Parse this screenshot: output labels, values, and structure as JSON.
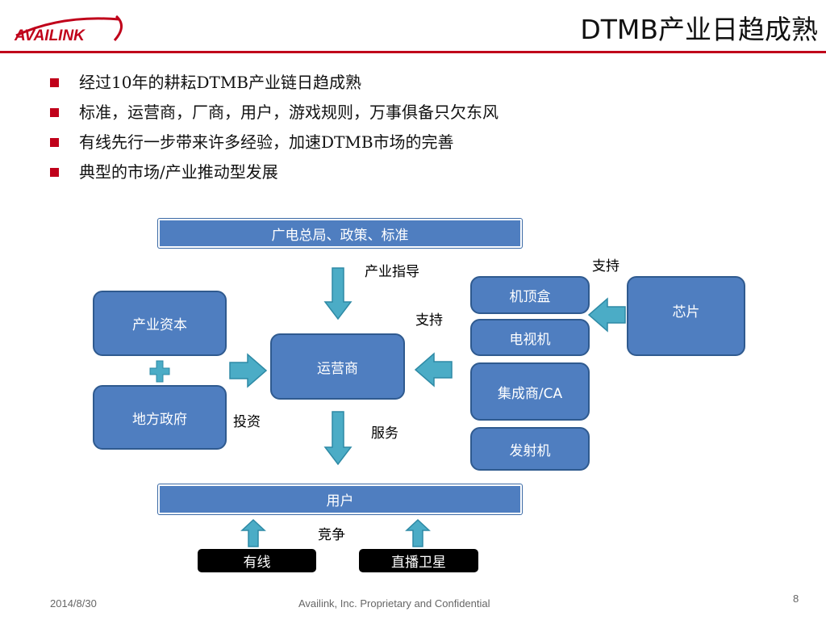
{
  "logo": {
    "text": "AVAILINK"
  },
  "title": "DTMB产业日趋成熟",
  "bullets": [
    "经过10年的耕耘DTMB产业链日趋成熟",
    "标准，运营商，厂商，用户，游戏规则，万事俱备只欠东风",
    "有线先行一步带来许多经验，加速DTMB市场的完善",
    "典型的市场/产业推动型发展"
  ],
  "diagram": {
    "top_bar": "广电总局、政策、标准",
    "bottom_bar": "用户",
    "capital": "产业资本",
    "local_gov": "地方政府",
    "operator": "运营商",
    "devices": [
      "机顶盒",
      "电视机",
      "集成商/CA",
      "发射机"
    ],
    "chip": "芯片",
    "cable": "有线",
    "satellite": "直播卫星",
    "labels": {
      "industry_guidance": "产业指导",
      "support_chip": "支持",
      "support_operator": "支持",
      "investment": "投资",
      "service": "服务",
      "competition": "竞争"
    },
    "colors": {
      "box_fill": "#4f7ec0",
      "arrow_fill": "#4bacc6",
      "accent": "#c0001a"
    }
  },
  "footer": {
    "date": "2014/8/30",
    "company": "Availink, Inc. Proprietary and Confidential",
    "page": "8"
  }
}
